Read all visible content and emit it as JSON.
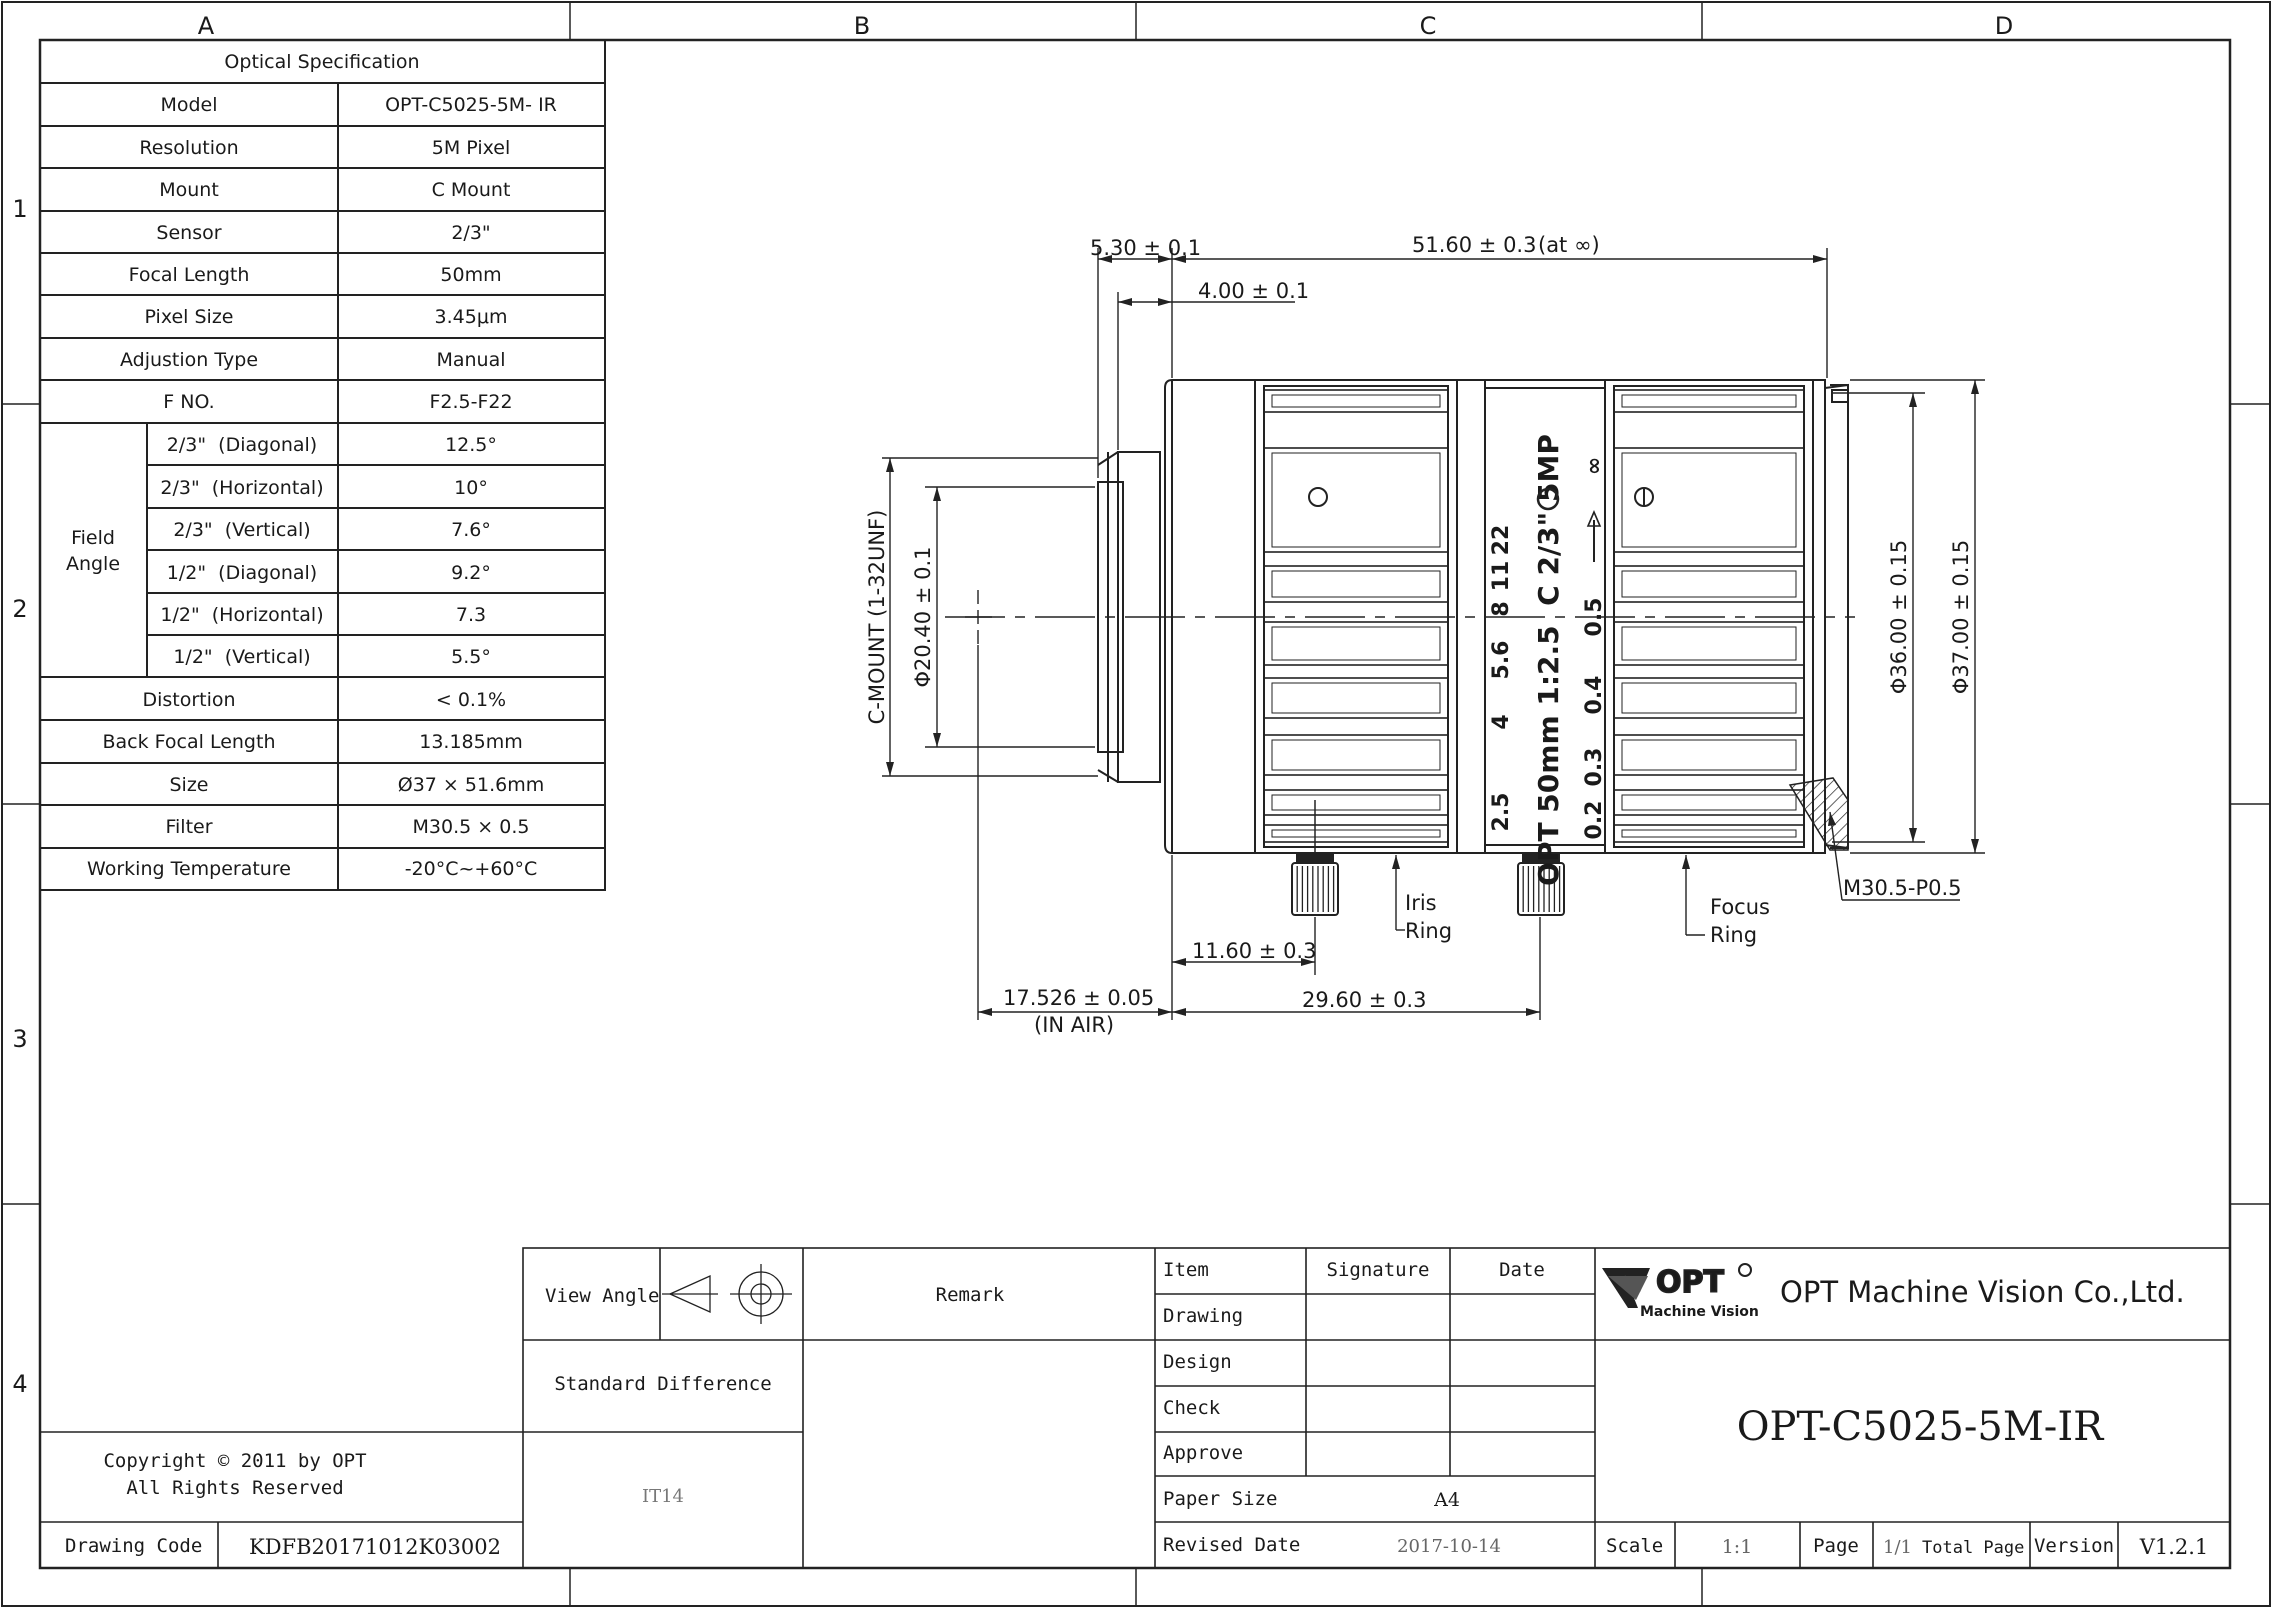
{
  "grid": {
    "columns": [
      "A",
      "B",
      "C",
      "D"
    ],
    "rows": [
      "1",
      "2",
      "3",
      "4"
    ]
  },
  "spec_table": {
    "title": "Optical Specification",
    "rows": [
      {
        "label": "Model",
        "value": "OPT-C5025-5M- IR"
      },
      {
        "label": "Resolution",
        "value": "5M Pixel"
      },
      {
        "label": "Mount",
        "value": "C Mount"
      },
      {
        "label": "Sensor",
        "value": "2/3\""
      },
      {
        "label": "Focal Length",
        "value": "50mm"
      },
      {
        "label": "Pixel Size",
        "value": "3.45μm"
      },
      {
        "label": "Adjustion Type",
        "value": "Manual"
      },
      {
        "label": "F NO.",
        "value": "F2.5-F22"
      }
    ],
    "field_angle": {
      "label_line1": "Field",
      "label_line2": "Angle",
      "rows": [
        {
          "label": "2/3\"  (Diagonal)",
          "value": "12.5°"
        },
        {
          "label": "2/3\"  (Horizontal)",
          "value": "10°"
        },
        {
          "label": "2/3\"  (Vertical)",
          "value": "7.6°"
        },
        {
          "label": "1/2\"  (Diagonal)",
          "value": "9.2°"
        },
        {
          "label": "1/2\"  (Horizontal)",
          "value": "7.3"
        },
        {
          "label": "1/2\"  (Vertical)",
          "value": "5.5°"
        }
      ]
    },
    "rows_after": [
      {
        "label": "Distortion",
        "value": "< 0.1%"
      },
      {
        "label": "Back Focal Length",
        "value": "13.185mm"
      },
      {
        "label": "Size",
        "value": "Ø37 × 51.6mm"
      },
      {
        "label": "Filter",
        "value": "M30.5 × 0.5"
      },
      {
        "label": "Working Temperature",
        "value": "-20°C~+60°C"
      }
    ]
  },
  "dimensions": {
    "flange": "5.30 ± 0.1",
    "overall": "51.60 ± 0.3",
    "overall_note": "(at ∞)",
    "mount_step": "4.00 ± 0.1",
    "mount_label": "C-MOUNT (1-32UNF)",
    "mount_dia": "Φ20.40 ± 0.1",
    "dia_36": "Φ36.00 ± 0.15",
    "dia_37": "Φ37.00 ± 0.15",
    "iris_pos": "11.60 ± 0.3",
    "focus_pos": "29.60 ± 0.3",
    "bfl": "17.526 ± 0.05",
    "bfl_note": "(IN AIR)",
    "filter_thread": "M30.5-P0.5",
    "iris_ring_1": "Iris",
    "iris_ring_2": "Ring",
    "focus_ring_1": "Focus",
    "focus_ring_2": "Ring"
  },
  "lens_marks": {
    "aperture": [
      "2.5",
      "4",
      "5.6",
      "8",
      "11",
      "22"
    ],
    "focus": [
      "0.2",
      "0.3",
      "0.4",
      "0.5",
      "∞"
    ],
    "engraving": "OPT 50mm 1:2.5  C 2/3\" 5MP"
  },
  "title_block": {
    "view_angle": "View Angle",
    "remark": "Remark",
    "standard_difference": "Standard Difference",
    "tolerance": "IT14",
    "copyright_1": "Copyright © 2011 by OPT",
    "copyright_2": "All Rights Reserved",
    "drawing_code_label": "Drawing Code",
    "drawing_code": "KDFB20171012K03002",
    "item": "Item",
    "signature": "Signature",
    "date": "Date",
    "drawing": "Drawing",
    "design": "Design",
    "check": "Check",
    "approve": "Approve",
    "paper_size_label": "Paper Size",
    "paper_size": "A4",
    "revised_date_label": "Revised Date",
    "revised_date": "2017-10-14",
    "logo_text": "OPT",
    "logo_sub": "Machine Vision",
    "company": "OPT Machine Vision Co.,Ltd.",
    "part_number": "OPT-C5025-5M-IR",
    "scale_label": "Scale",
    "scale": "1:1",
    "page_label": "Page",
    "page": "1/1",
    "total_page_label": "Total Page",
    "version_label": "Version",
    "version": "V1.2.1"
  }
}
